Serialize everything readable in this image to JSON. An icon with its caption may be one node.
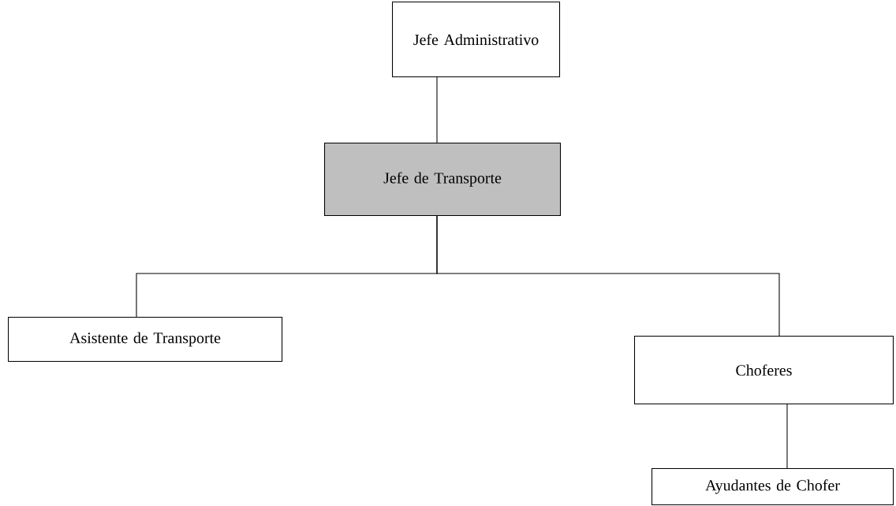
{
  "diagram": {
    "nodes": [
      {
        "text": [
          "Jefe Administrativo"
        ]
      },
      {
        "text": [
          "Jefe de Transporte"
        ]
      },
      {
        "text": [
          "Asistente de Transporte"
        ]
      },
      {
        "text": [
          "Choferes"
        ]
      },
      {
        "text": [
          "Ayudantes de Chofer"
        ]
      }
    ],
    "edges": [
      {
        "from": 0,
        "to": 1,
        "arrow": "none"
      },
      {
        "from": 1,
        "to": 2,
        "arrow": "none"
      },
      {
        "from": 1,
        "to": 3,
        "arrow": "none"
      },
      {
        "from": 3,
        "to": 4,
        "arrow": "none"
      }
    ]
  }
}
